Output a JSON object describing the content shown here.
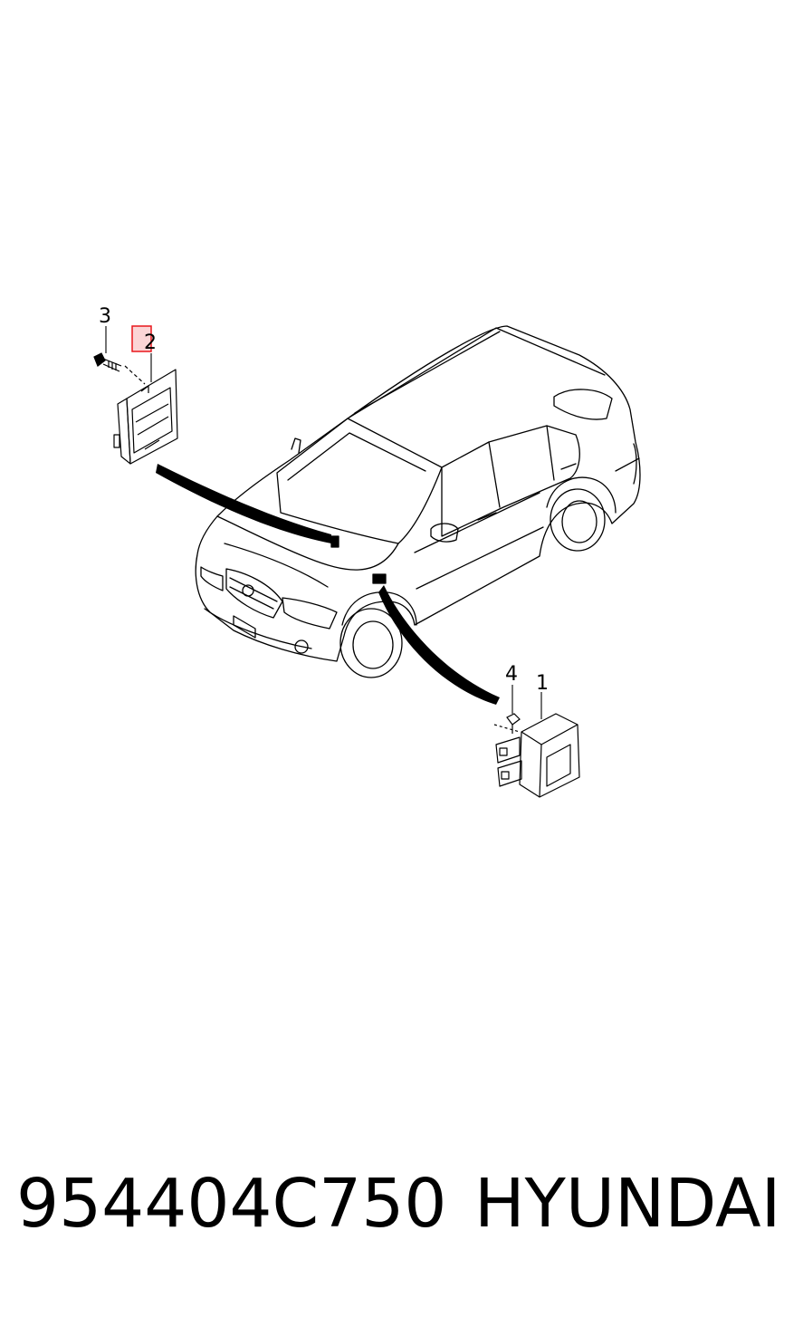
{
  "callouts": {
    "label_1": "1",
    "label_2": "2",
    "label_3": "3",
    "label_4": "4"
  },
  "footer": {
    "part_number": "954404C750",
    "brand": "HYUNDAI"
  },
  "colors": {
    "line": "#000000",
    "background": "#ffffff",
    "highlight": "#e8161c"
  }
}
